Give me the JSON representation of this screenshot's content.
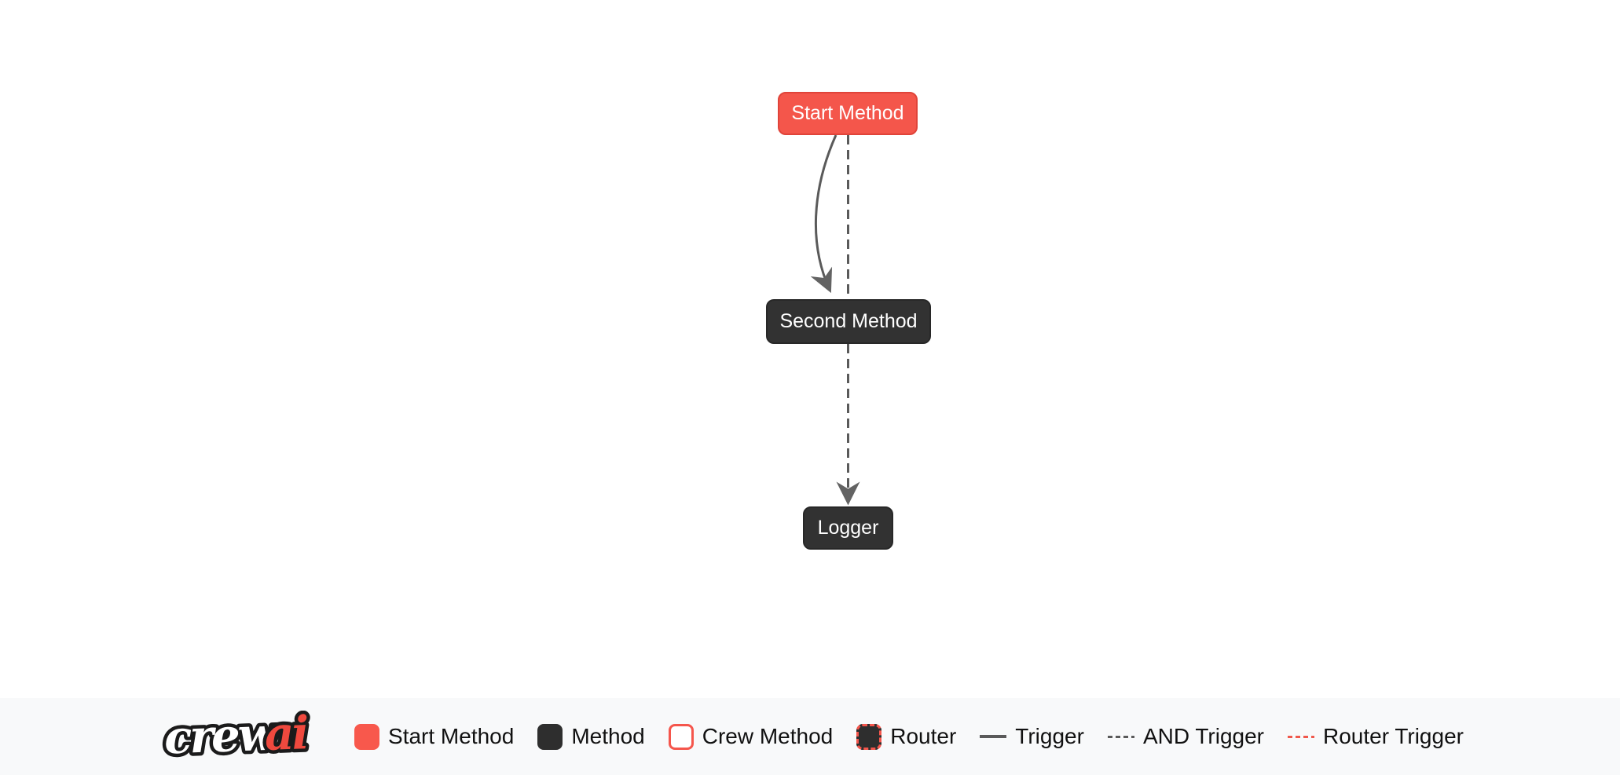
{
  "canvas": {
    "background": "#ffffff",
    "nodes": [
      {
        "label": "Start Method",
        "type": "start-method",
        "fill": "#f4564b",
        "border_color": "#e0443a",
        "text_color": "#ffffff"
      },
      {
        "label": "Second Method",
        "type": "method",
        "fill": "#323232",
        "border_color": "#282828",
        "text_color": "#ffffff"
      },
      {
        "label": "Logger",
        "type": "method",
        "fill": "#323232",
        "border_color": "#282828",
        "text_color": "#ffffff"
      }
    ],
    "edges": [
      {
        "from": "Start Method",
        "to": "Second Method",
        "type": "trigger",
        "line": "solid-curved",
        "color": "#5a5a5a"
      },
      {
        "from": "Start Method",
        "to": "Logger",
        "type": "and-trigger",
        "line": "dashed",
        "color": "#5a5a5a"
      }
    ]
  },
  "footer": {
    "background": "#f8f9fa",
    "logo": {
      "text_primary": "crew",
      "text_accent": "ai",
      "primary_color": "#ffffff",
      "accent_color": "#f0493e",
      "outline_color": "#1b1b1b"
    },
    "legend": {
      "items": [
        {
          "label": "Start Method",
          "swatch": "box-red"
        },
        {
          "label": "Method",
          "swatch": "box-dark"
        },
        {
          "label": "Crew Method",
          "swatch": "box-white-red-border"
        },
        {
          "label": "Router",
          "swatch": "box-dark-red-dashed"
        },
        {
          "label": "Trigger",
          "swatch": "line-solid-gray"
        },
        {
          "label": "AND Trigger",
          "swatch": "line-dashed-gray"
        },
        {
          "label": "Router Trigger",
          "swatch": "line-dashed-red"
        }
      ],
      "colors": {
        "red": "#f5564c",
        "dark": "#2e2e2e",
        "line_gray": "#5a5a5a",
        "line_red": "#f0584c",
        "text": "#111111"
      }
    }
  }
}
